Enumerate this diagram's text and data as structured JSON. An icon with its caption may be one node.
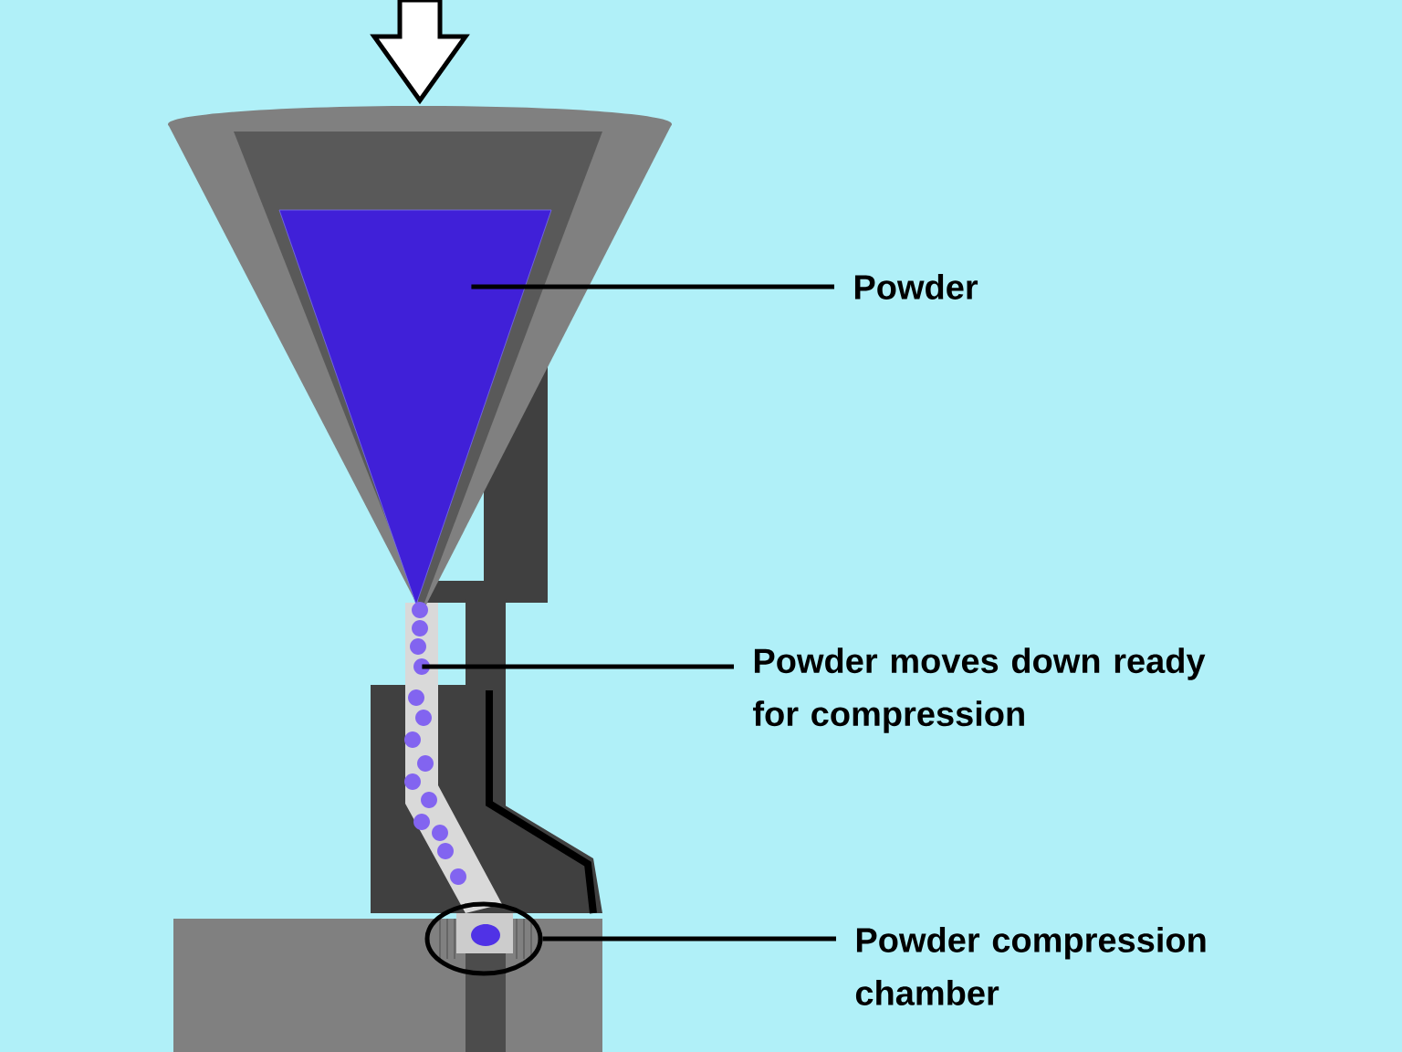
{
  "diagram": {
    "nodes": [
      {
        "text": [
          "Powder"
        ]
      },
      {
        "text": [
          "Powder moves down ready for compression"
        ]
      },
      {
        "text": [
          "Powder compression chamber"
        ]
      },
      {
        "text": [],
        "shape": "triangle"
      },
      {
        "text": [],
        "shape": "bar"
      },
      {
        "text": [],
        "shape": "circle"
      }
    ],
    "edges": [
      {
        "from": 0,
        "to": 3,
        "arrow": "none"
      },
      {
        "from": 1,
        "to": 4,
        "arrow": "none"
      },
      {
        "from": 2,
        "to": 5,
        "arrow": "none"
      }
    ]
  }
}
